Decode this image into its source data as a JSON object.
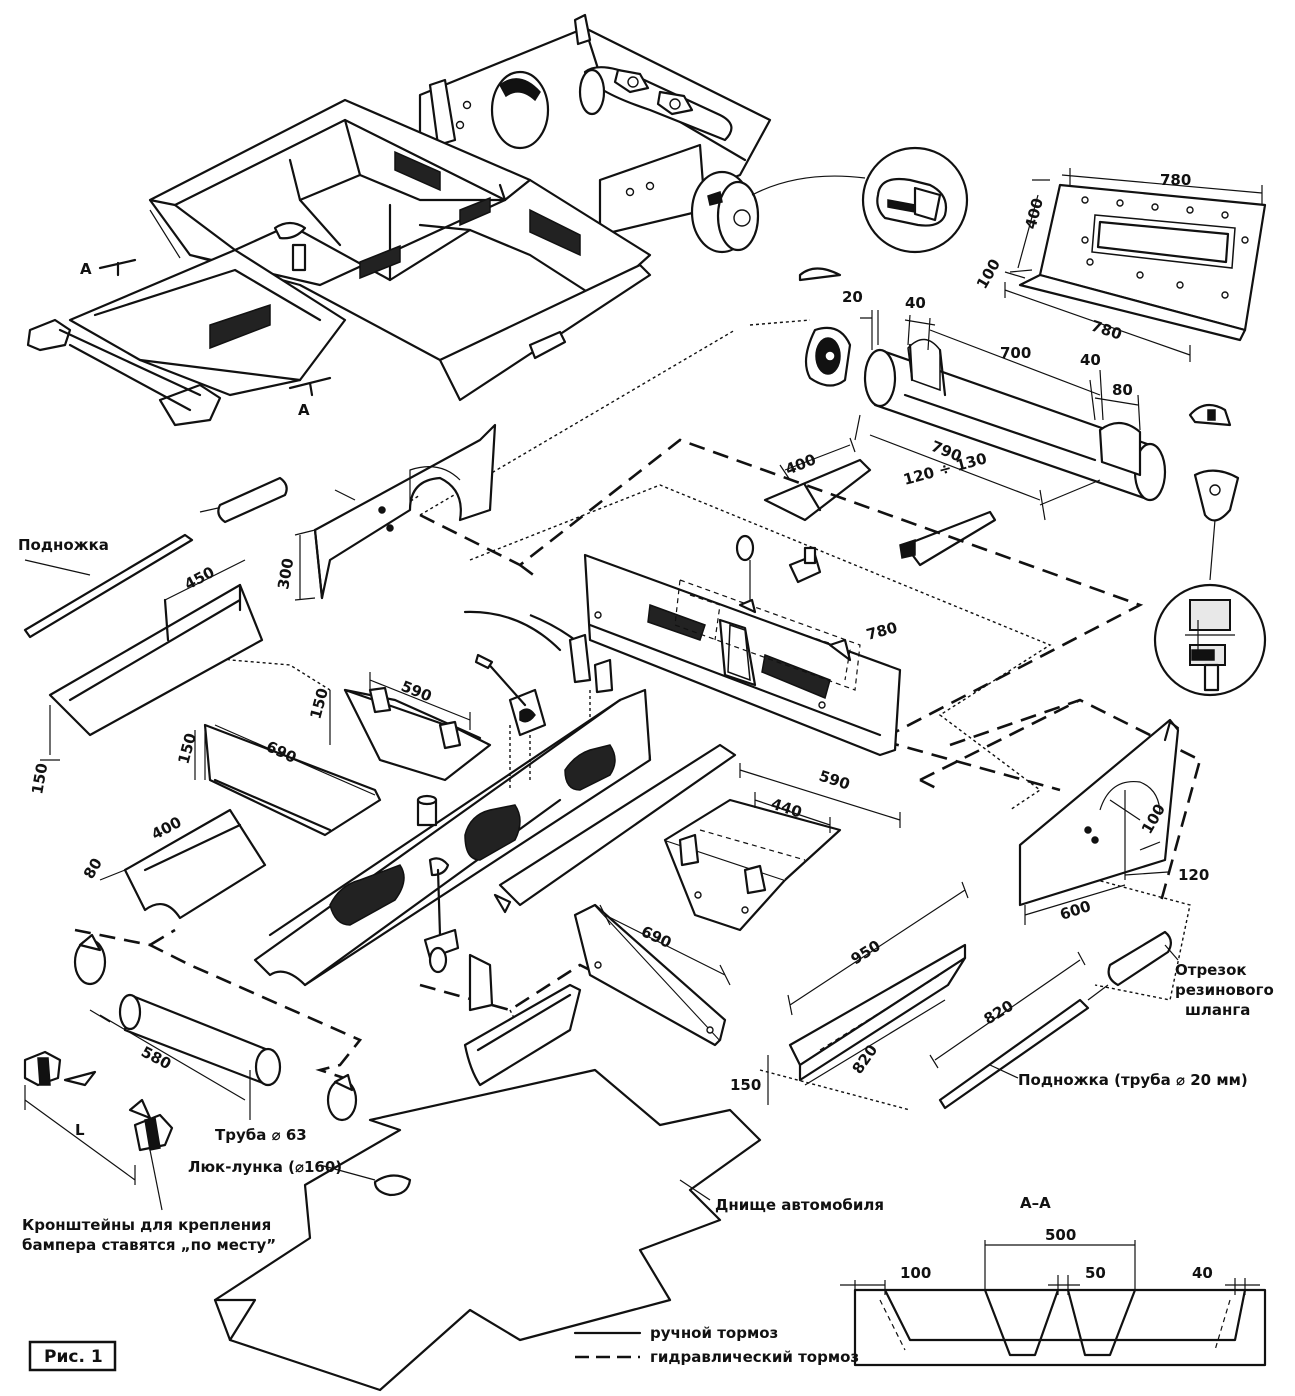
{
  "figure_label": "Рис. 1",
  "section_mark": "А",
  "section_title": "А–А",
  "labels": {
    "footrest_left": "Подножка",
    "footrest_right": "Подножка (труба ⌀ 20 мм)",
    "hose": [
      "Отрезок",
      "резинового",
      "шланга"
    ],
    "pipe63": "Труба ⌀ 63",
    "hatch": "Люк-лунка (⌀160)",
    "floor": "Днище автомобиля",
    "brackets": [
      "Кронштейны для крепления",
      "бампера ставятся „по месту”"
    ],
    "length_L": "L"
  },
  "legend": [
    {
      "style": "solid",
      "label": "ручной тормоз"
    },
    {
      "style": "dashed",
      "label": "гидравлический тормоз"
    }
  ],
  "dimensions": {
    "d780a": "780",
    "d400a": "400",
    "d100a": "100",
    "d780b": "780",
    "d20": "20",
    "d40a": "40",
    "d700": "700",
    "d40b": "40",
    "d80a": "80",
    "d790": "790",
    "d120_130": "120 ÷ 130",
    "d400b": "400",
    "d780c": "780",
    "d450": "450",
    "d300": "300",
    "d150a": "150",
    "d590a": "590",
    "d150b": "150",
    "d690a": "690",
    "d150c": "150",
    "d400c": "400",
    "d80b": "80",
    "d590b": "590",
    "d440": "440",
    "d690b": "690",
    "d600": "600",
    "d100b": "100",
    "d120": "120",
    "d950": "950",
    "d820a": "820",
    "d150d": "150",
    "d820b": "820",
    "d580": "580",
    "s500": "500",
    "s100": "100",
    "s50": "50",
    "s40": "40"
  }
}
